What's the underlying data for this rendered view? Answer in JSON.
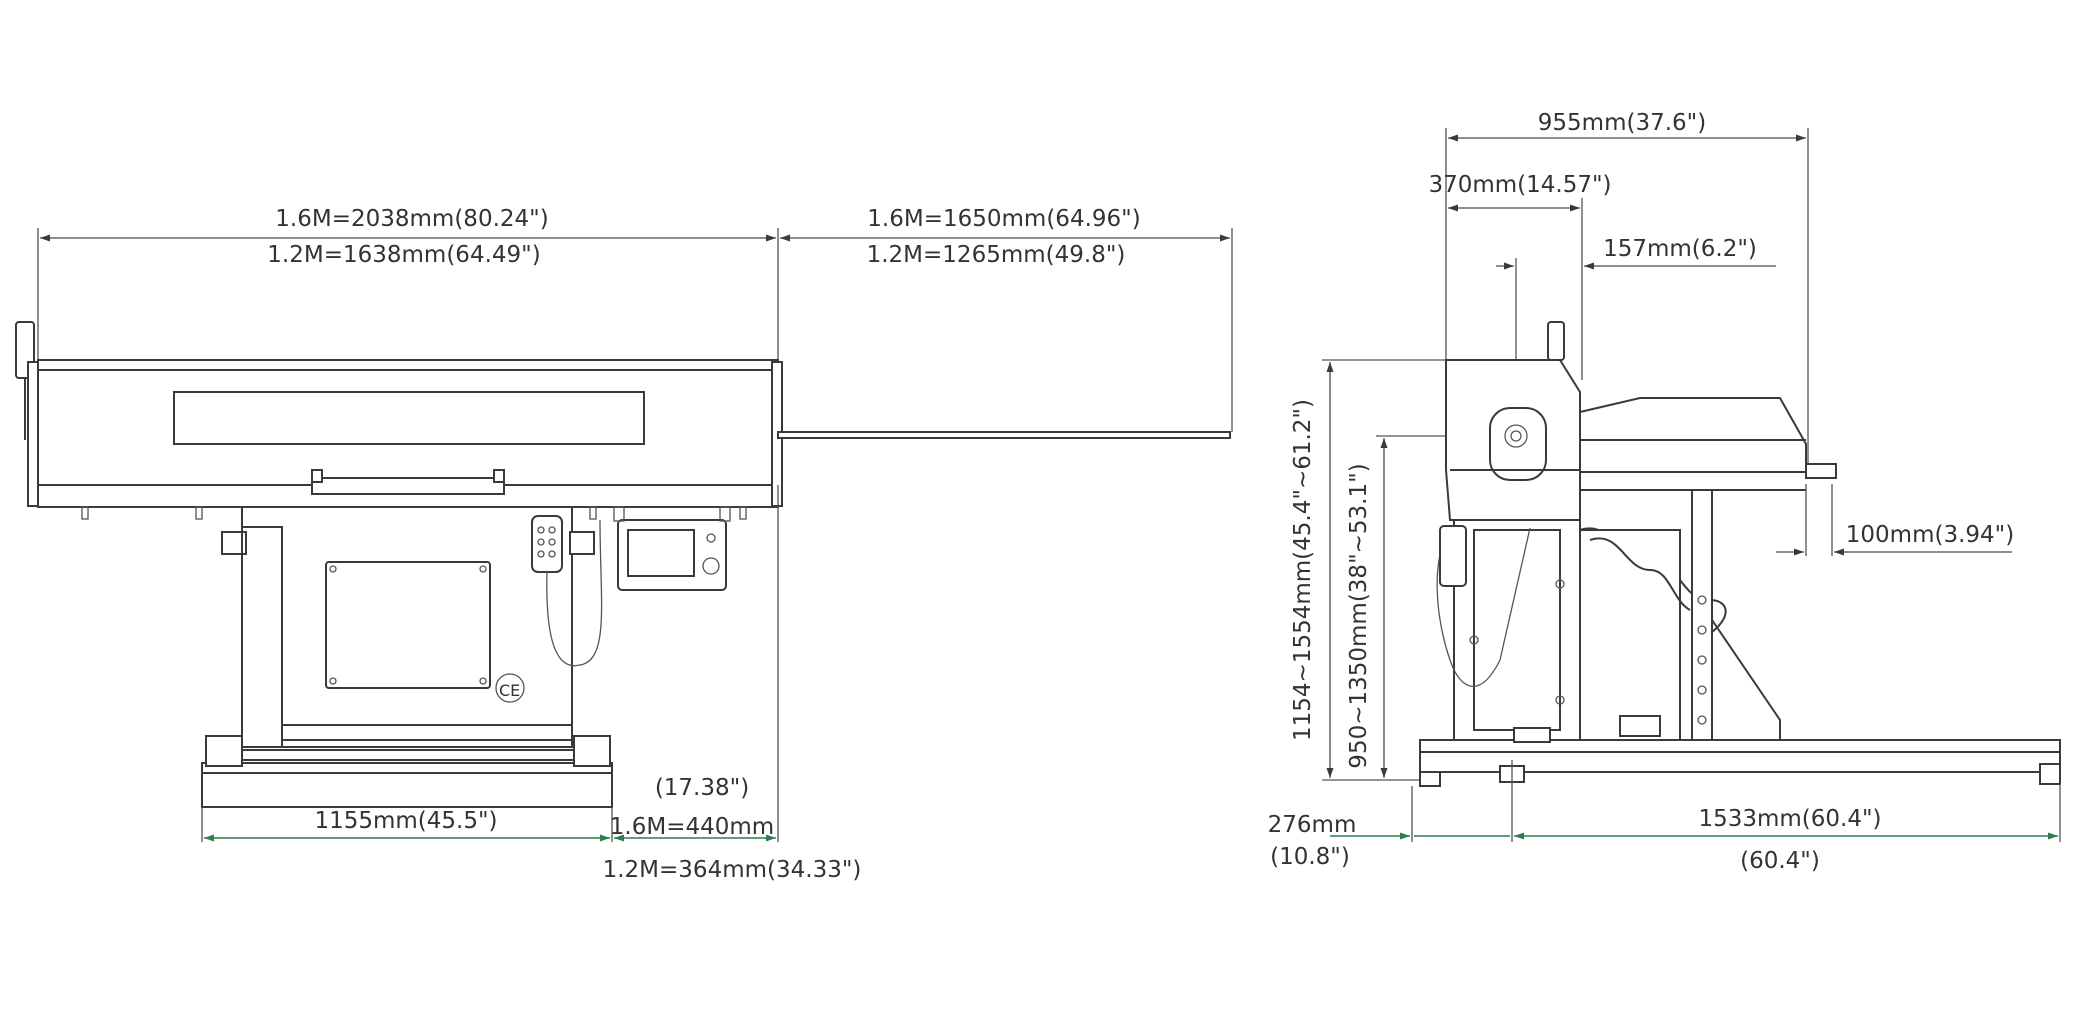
{
  "colors": {
    "line": "#3a3a3a",
    "dimension_green": "#2e7d4e",
    "background": "#ffffff"
  },
  "front_view": {
    "overall_length_16m": "1.6M=2038mm(80.24\")",
    "overall_length_12m": "1.2M=1638mm(64.49\")",
    "bar_length_16m": "1.6M=1650mm(64.96\")",
    "bar_length_12m": "1.2M=1265mm(49.8\")",
    "base_width": "1155mm(45.5\")",
    "offset_inch": "(17.38\")",
    "offset_16m": "1.6M=440mm",
    "offset_12m": "1.2M=364mm(34.33\")"
  },
  "side_view": {
    "depth_total": "955mm(37.6\")",
    "depth_370": "370mm(14.57\")",
    "depth_157": "157mm(6.2\")",
    "gap_100": "100mm(3.94\")",
    "height_overall": "1154~1554mm(45.4\"~61.2\")",
    "height_center": "950~1350mm(38\"~53.1\")",
    "foot_276_mm": "276mm",
    "foot_276_in": "(10.8\")",
    "base_1533_mm": "1533mm(60.4\")",
    "base_1533_in": "(60.4\")"
  }
}
